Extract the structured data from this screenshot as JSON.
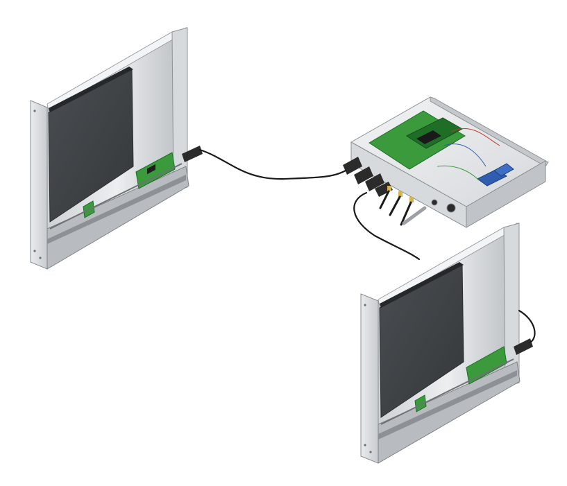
{
  "scene": {
    "caption": "",
    "components": [
      {
        "id": "display-panel-left",
        "kind": "enclosure-with-screen",
        "cable": "black"
      },
      {
        "id": "control-box",
        "kind": "open-electronics-chassis",
        "boards": [
          "green-pcb",
          "blue-module"
        ]
      },
      {
        "id": "display-panel-right",
        "kind": "enclosure-with-screen",
        "cable": "black"
      }
    ]
  },
  "colors": {
    "background": "#ffffff",
    "metal_light": "#e4e6e8",
    "metal_mid": "#c4c7ca",
    "metal_dark": "#9da1a5",
    "screen": "#3f4346",
    "screen_edge": "#2a2d2f",
    "pcb_green": "#3a9a3c",
    "pcb_dark": "#1f6e28",
    "module_blue": "#2f5db0",
    "cable": "#1a1a1a",
    "connector_yellow": "#d8b24a"
  }
}
